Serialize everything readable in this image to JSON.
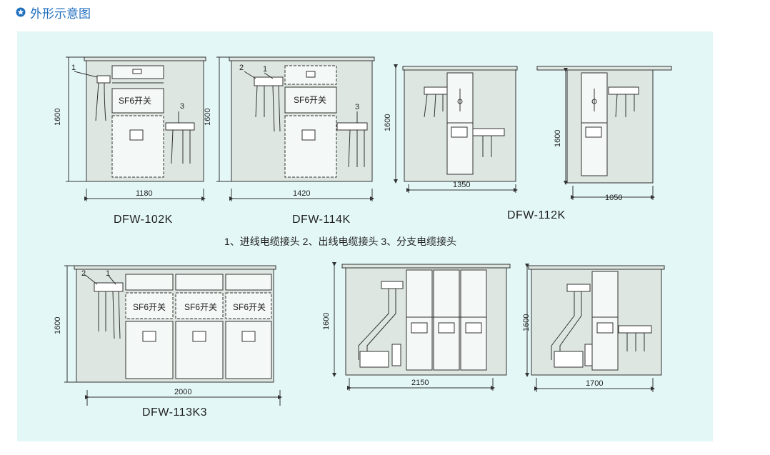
{
  "header": {
    "title": "外形示意图",
    "icon": "gear-star-icon",
    "accent": "#1f6fbf"
  },
  "colors": {
    "panel_bg": "#e4f7f7",
    "cabinet_fill": "#dde6e0",
    "line": "#333333"
  },
  "legend": "1、进线电缆接头  2、出线电缆接头  3、分支电缆接头",
  "sf6_label": "SF6开关",
  "callouts": {
    "one": "1",
    "two": "2",
    "three": "3"
  },
  "models": {
    "m102k": {
      "name": "DFW-102K",
      "width": "1180",
      "height": "1600"
    },
    "m114k": {
      "name": "DFW-114K",
      "width": "1420",
      "height": "1600"
    },
    "m112k": {
      "name": "DFW-112K",
      "width": "1350",
      "width2": "1050",
      "height": "1600"
    },
    "m113k3": {
      "name": "DFW-113K3",
      "width": "2000",
      "height": "1600"
    },
    "v2150": {
      "width": "2150",
      "height": "1600"
    },
    "v1700": {
      "width": "1700",
      "height": "1600"
    }
  }
}
